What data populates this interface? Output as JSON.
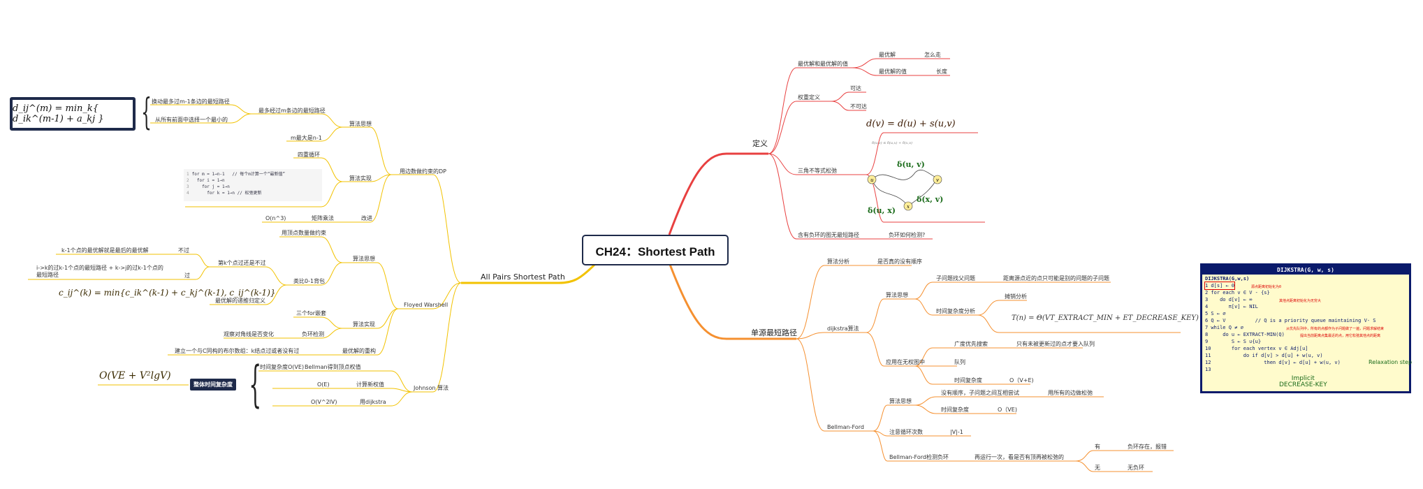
{
  "root": "CH24：Shortest Path",
  "right": {
    "definition": {
      "label": "定义",
      "optimal_value": "最优解和最优解的值",
      "optimal": "最优解",
      "how_to_go": "怎么走",
      "optimal_val": "最优解的值",
      "length": "长度",
      "weight_def": "权重定义",
      "reachable": "可达",
      "unreachable": "不可达",
      "triangle": "三角不等式松弛",
      "tri_formula": "d(v) = d(u) + s(u,v)",
      "tri_small": "δ(u,v) ≤ δ(u,x) + δ(x,v)",
      "neg_cycle": "含有负环的图无最短路径",
      "neg_detect": "负环如何检测?"
    },
    "sssp": {
      "label": "单源最短路径",
      "alg_analysis": "算法分析",
      "is_order": "是否真的没有顺序",
      "dijkstra": "dijkstra算法",
      "idea": "算法思想",
      "subproblem": "子问题找父问题",
      "subproblem_desc": "距离源点近的点只可能是别的问题的子问题",
      "complexity": "时间复杂度分析",
      "amortized": "摊销分析",
      "complexity_formula": "T(n) = Θ(VT_EXTRACT_MIN + ET_DECREASE_KEY)",
      "unweighted": "应用在无权图中",
      "bfs": "广度优先搜索",
      "bfs_desc": "只有未被更新过的点才要入队列",
      "queue": "队列",
      "time": "时间复杂度",
      "time_val": "O（V+E)",
      "bf": "Bellman-Ford",
      "bf_idea": "算法思想",
      "bf_idea_desc": "没有顺序，子问题之间互相尝试",
      "bf_idea_desc2": "用所有的边做松弛",
      "bf_time": "时间复杂度",
      "bf_time_val": "O（VE)",
      "bf_loop": "注意循环次数",
      "bf_loop_val": "|V|-1",
      "bf_neg": "Bellman-Ford检测负环",
      "bf_neg_desc": "再运行一次，看是否有顶再被松弛的",
      "yes": "有",
      "yes_desc": "负环存在，报错",
      "no": "无",
      "no_desc": "无负环"
    },
    "dijkstra_box": {
      "title": "DIJKSTRA(G, w, s)",
      "lines": [
        "DIJKSTRA(G,w,s)",
        "1 d[s] ← 0",
        "2 for each v ∈ V - {s}",
        "3    do d[v] ← ∞",
        "4       π[v] ← NIL",
        "5 S ← ∅",
        "6 Q ← V          // Q is a priority queue maintaining V- S",
        "7 while Q ≠ ∅",
        "8     do u ← EXTRACT-MIN(Q)",
        "9        S ← S ∪{u}",
        "10       for each vertex v ∈ Adj[u]",
        "11           do if d[v] > d[u] + w(u, v)",
        "12                  then d[v] ← d[u] + w(u, v)",
        "13"
      ],
      "note1": "源点距离初始化为0",
      "note2": "其他点距离初始化为无穷大",
      "note3": "从优先队列中，所有的点都作为子问题做了一遍，问题求解结束",
      "note4": "提出当前距离点集最近的点，用它松弛其他点的距离",
      "relax": "Relaxation step",
      "implicit": "Implicit\nDECREASE-KEY"
    }
  },
  "left": {
    "apsp": "All Pairs Shortest Path",
    "edge_dp": "用边数做约束的DP",
    "idea": "算法思想",
    "at_most": "最多经过m条边的最短路径",
    "at_most1": "换动最多过m-1条边的最短路径",
    "at_most2": "从所有前面中选择一个最小的",
    "m_max": "m最大是n-1",
    "impl": "算法实现",
    "four_loops": "四重循环",
    "improve": "改进",
    "matmul": "矩阵乘法",
    "n3": "O(n^3)",
    "code_lines": [
      "for m = 1→n-1   // 每个m计算一个“最新值”",
      "  for i = 1→n",
      "    for j = 1→n",
      "      for k = 1→n // 松弛更新"
    ],
    "formula_box": "d_ij^(m) = min_k{ d_ik^(m-1) + a_kj }",
    "fw": "Floyed Warshell",
    "fw_idea": "算法思想",
    "node_limit": "用顶点数量做约束",
    "knap": "类比0-1背包",
    "kth_node": "第k个点过还是不过",
    "not_pass": "不过",
    "not_pass_desc": "k-1个点的最优解就是最后的最优解",
    "pass": "过",
    "pass_desc": "i->k的过k-1个点的最短路径 + k->j的过k-1个点的最短路径",
    "recurrence": "最优解的递推归定义",
    "fw_formula": "c_ij^(k) = min{c_ik^(k-1) + c_kj^(k-1), c_ij^(k-1)}",
    "fw_impl": "算法实现",
    "three_for": "三个for嵌套",
    "neg_check": "负环检测",
    "diag": "观察对角线是否变化",
    "structure": "最优解的重构",
    "structure_desc": "建立一个与C同构的布尔数组：k结点过或者没有过",
    "johnson": "Johnson 算法",
    "j_time": "时间复杂度O(VE)",
    "j_time_desc": "Bellman得到顶点权值",
    "j_e": "O(E)",
    "j_e_desc": "计算新权值",
    "j_v2": "O(V^2lV)",
    "j_v2_desc": "用dijkstra",
    "overall": "整体时间复杂度",
    "overall_formula": "O(VE + V²lgV)"
  }
}
